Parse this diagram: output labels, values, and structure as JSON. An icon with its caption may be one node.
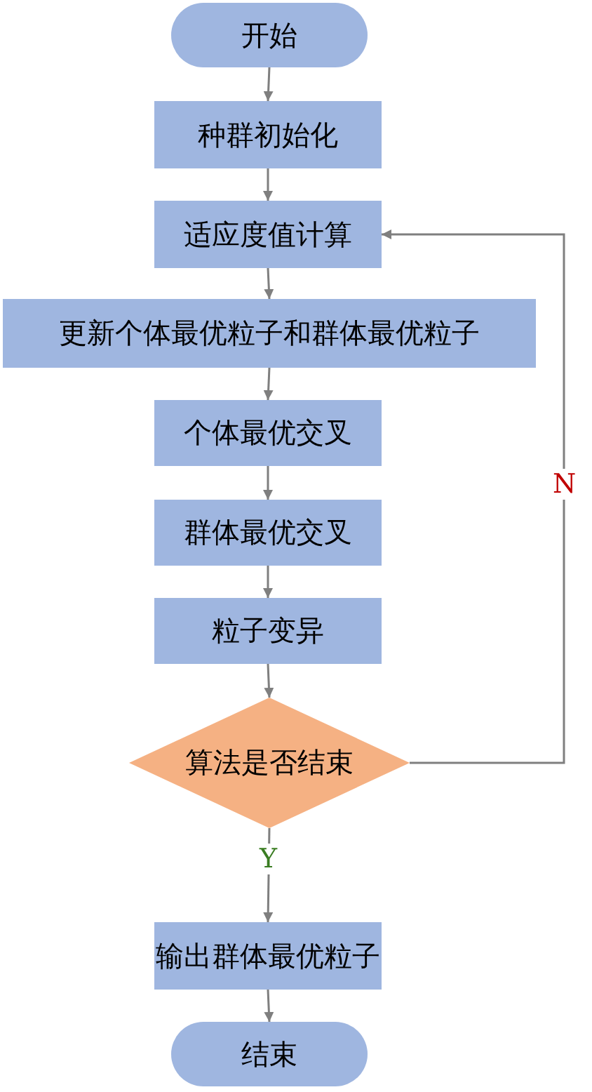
{
  "diagram": {
    "nodes": [
      {
        "text": [
          "开始"
        ]
      },
      {
        "text": [
          "种群初始化"
        ]
      },
      {
        "text": [
          "适应度值计算"
        ]
      },
      {
        "text": [
          "更新个体最优粒子和群体最优粒子"
        ]
      },
      {
        "text": [
          "个体最优交叉"
        ]
      },
      {
        "text": [
          "群体最优交叉"
        ]
      },
      {
        "text": [
          "粒子变异"
        ]
      },
      {
        "text": [
          "算法是否结束"
        ]
      },
      {
        "text": [
          "输出群体最优粒子"
        ]
      },
      {
        "text": [
          "结束"
        ]
      }
    ],
    "edges": [
      {
        "from": 0,
        "to": 1,
        "arrow": "to"
      },
      {
        "from": 1,
        "to": 2,
        "arrow": "to"
      },
      {
        "from": 2,
        "to": 3,
        "arrow": "to"
      },
      {
        "from": 3,
        "to": 4,
        "arrow": "to"
      },
      {
        "from": 4,
        "to": 5,
        "arrow": "to"
      },
      {
        "from": 5,
        "to": 6,
        "arrow": "to"
      },
      {
        "from": 6,
        "to": 7,
        "arrow": "to"
      },
      {
        "from": 7,
        "to": 2,
        "arrow": "to",
        "label": "N"
      },
      {
        "from": 7,
        "to": 8,
        "arrow": "to",
        "label": "Y"
      },
      {
        "from": 8,
        "to": 9,
        "arrow": "to"
      }
    ]
  }
}
